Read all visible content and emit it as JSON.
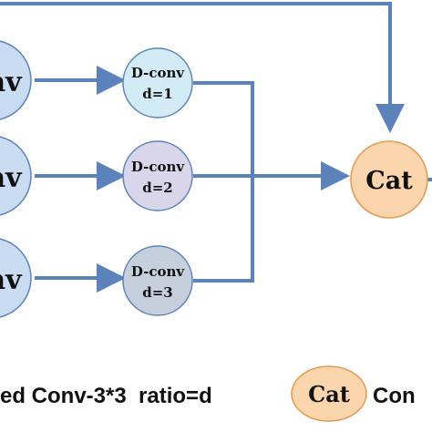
{
  "diagram": {
    "left_nodes": [
      {
        "label": "nv",
        "fill": "#c9dcf2"
      },
      {
        "label": "nv",
        "fill": "#c9dcf2"
      },
      {
        "label": "nv",
        "fill": "#c9dcf2"
      }
    ],
    "dconv_nodes": [
      {
        "title": "D-conv",
        "param": "d=1",
        "fill": "#d3eaf7"
      },
      {
        "title": "D-conv",
        "param": "d=2",
        "fill": "#d9d5ea"
      },
      {
        "title": "D-conv",
        "param": "d=3",
        "fill": "#c5d0dc"
      }
    ],
    "cat_node": {
      "label": "Cat",
      "fill": "#fad5ad"
    },
    "arrow_color": "#5b82bb"
  },
  "legend": {
    "left_text": "ed Conv-3*3  ratio=d",
    "cat_label": "Cat",
    "right_text": "Con"
  }
}
